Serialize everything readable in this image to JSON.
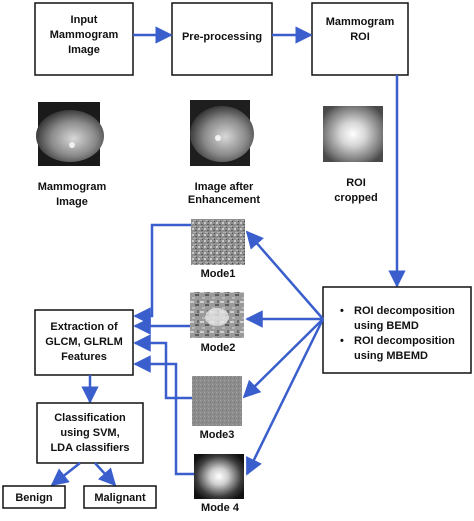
{
  "boxes": {
    "input": [
      "Input",
      "Mammogram",
      "Image"
    ],
    "preprocessing": [
      "Pre-processing"
    ],
    "roi": [
      "Mammogram",
      "ROI"
    ],
    "decomposition": {
      "line1": [
        "ROI decomposition",
        "using BEMD"
      ],
      "line2": [
        "ROI decomposition",
        "using MBEMD"
      ],
      "bullet": "•"
    },
    "extraction": [
      "Extraction of",
      "GLCM, GLRLM",
      "Features"
    ],
    "classification": [
      "Classification",
      "using SVM,",
      "LDA classifiers"
    ],
    "benign": [
      "Benign"
    ],
    "malignant": [
      "Malignant"
    ]
  },
  "captions": {
    "mammogram": [
      "Mammogram",
      "Image"
    ],
    "enhanced": [
      "Image after",
      "Enhancement"
    ],
    "roi_cropped": [
      "ROI",
      "cropped"
    ]
  },
  "modes": [
    "Mode1",
    "Mode2",
    "Mode3",
    "Mode 4"
  ],
  "colors": {
    "arrow": "#3a5fcd",
    "box_border": "#111111",
    "text": "#111111"
  },
  "images": {
    "mammogram": "mammogram-thumbnail",
    "enhanced": "enhanced-mammogram-thumbnail",
    "roi": "roi-cropped-thumbnail",
    "mode1": "mode1-texture",
    "mode2": "mode2-texture",
    "mode3": "mode3-texture",
    "mode4": "mode4-texture"
  }
}
